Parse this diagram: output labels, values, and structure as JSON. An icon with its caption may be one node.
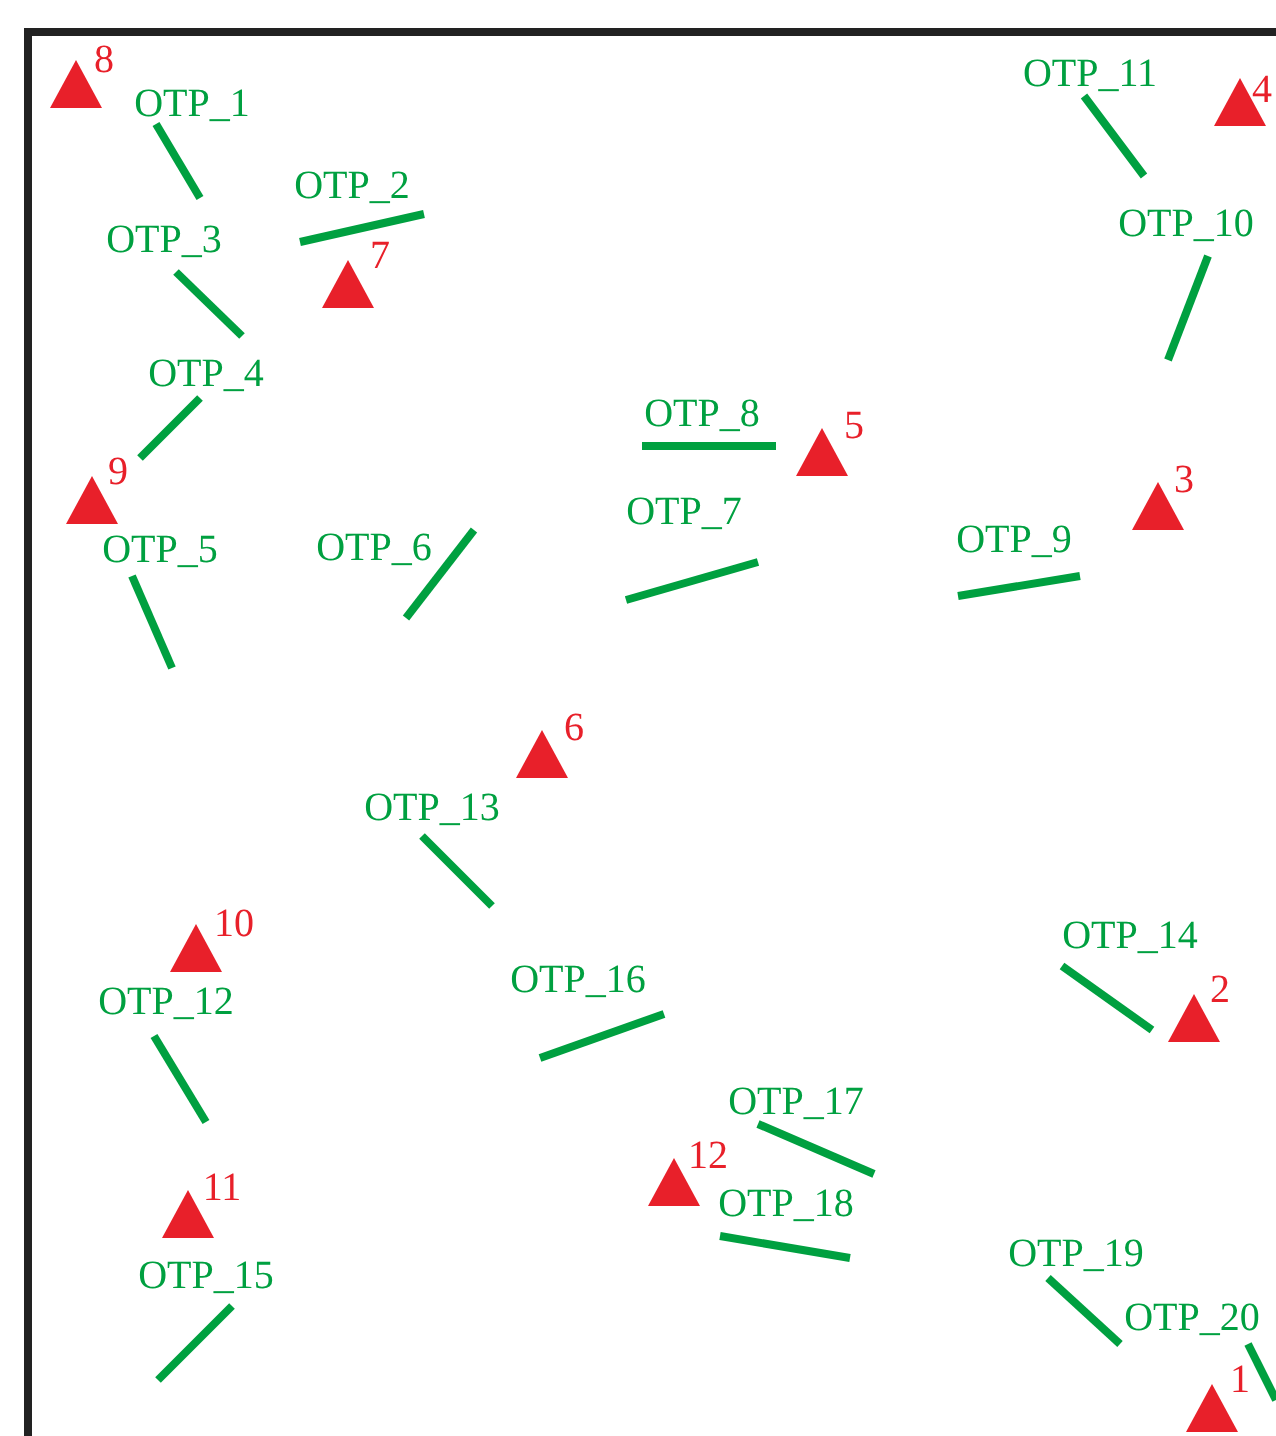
{
  "diagram": {
    "nodes": [
      {
        "text": [],
        "shape": "line",
        "beside": [
          "OTP_1"
        ]
      },
      {
        "text": [],
        "shape": "line",
        "beside": [
          "OTP_2"
        ]
      },
      {
        "text": [],
        "shape": "line",
        "beside": [
          "OTP_3"
        ]
      },
      {
        "text": [],
        "shape": "line",
        "beside": [
          "OTP_4"
        ]
      },
      {
        "text": [],
        "shape": "line",
        "beside": [
          "OTP_5"
        ]
      },
      {
        "text": [],
        "shape": "line",
        "beside": [
          "OTP_6"
        ]
      },
      {
        "text": [],
        "shape": "line",
        "beside": [
          "OTP_7"
        ]
      },
      {
        "text": [],
        "shape": "line",
        "beside": [
          "OTP_8"
        ]
      },
      {
        "text": [],
        "shape": "line",
        "beside": [
          "OTP_9"
        ]
      },
      {
        "text": [],
        "shape": "line",
        "beside": [
          "OTP_10"
        ]
      },
      {
        "text": [],
        "shape": "line",
        "beside": [
          "OTP_11"
        ]
      },
      {
        "text": [],
        "shape": "line",
        "beside": [
          "OTP_12"
        ]
      },
      {
        "text": [],
        "shape": "line",
        "beside": [
          "OTP_13"
        ]
      },
      {
        "text": [],
        "shape": "line",
        "beside": [
          "OTP_14"
        ]
      },
      {
        "text": [],
        "shape": "line",
        "beside": [
          "OTP_15"
        ]
      },
      {
        "text": [],
        "shape": "line",
        "beside": [
          "OTP_16"
        ]
      },
      {
        "text": [],
        "shape": "line",
        "beside": [
          "OTP_17"
        ]
      },
      {
        "text": [],
        "shape": "line",
        "beside": [
          "OTP_18"
        ]
      },
      {
        "text": [],
        "shape": "line",
        "beside": [
          "OTP_19"
        ]
      },
      {
        "text": [],
        "shape": "line",
        "beside": [
          "OTP_20"
        ]
      },
      {
        "text": [],
        "shape": "triangle",
        "beside": [
          "1"
        ]
      },
      {
        "text": [],
        "shape": "triangle",
        "beside": [
          "2"
        ]
      },
      {
        "text": [],
        "shape": "triangle",
        "beside": [
          "3"
        ]
      },
      {
        "text": [],
        "shape": "triangle",
        "beside": [
          "4"
        ]
      },
      {
        "text": [],
        "shape": "triangle",
        "beside": [
          "5"
        ]
      },
      {
        "text": [],
        "shape": "triangle",
        "beside": [
          "6"
        ]
      },
      {
        "text": [],
        "shape": "triangle",
        "beside": [
          "7"
        ]
      },
      {
        "text": [],
        "shape": "triangle",
        "beside": [
          "8"
        ]
      },
      {
        "text": [],
        "shape": "triangle",
        "beside": [
          "9"
        ]
      },
      {
        "text": [],
        "shape": "triangle",
        "beside": [
          "10"
        ]
      },
      {
        "text": [],
        "shape": "triangle",
        "beside": [
          "11"
        ]
      },
      {
        "text": [],
        "shape": "triangle",
        "beside": [
          "12"
        ]
      }
    ]
  }
}
